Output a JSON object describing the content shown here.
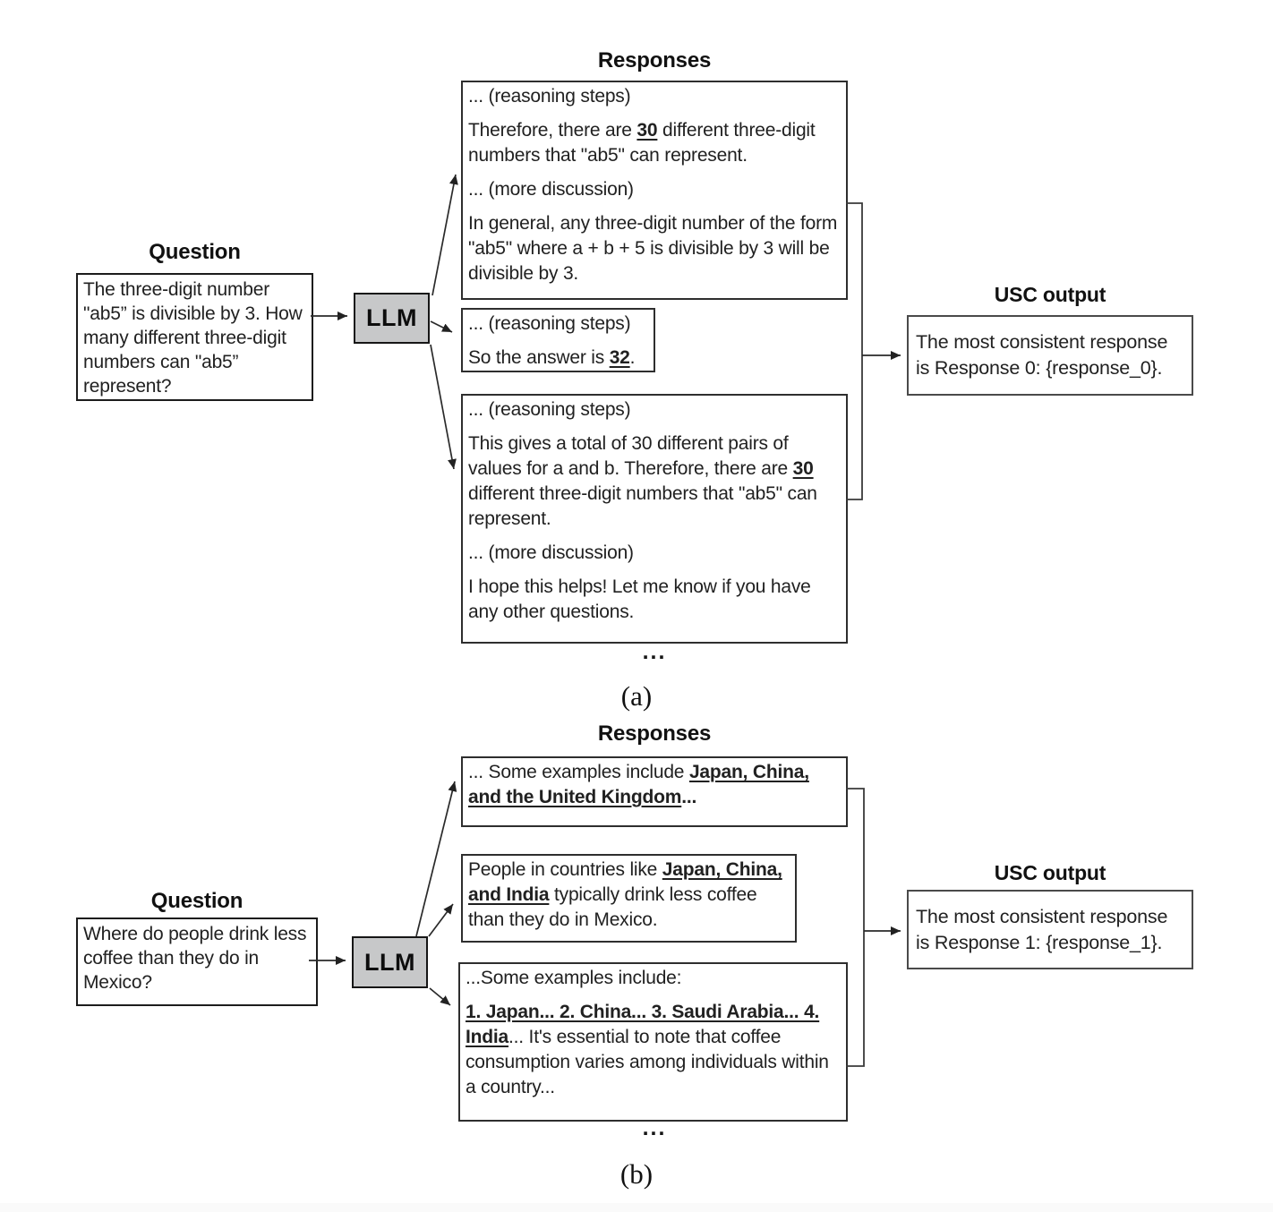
{
  "colors": {
    "llm_fill": "#c7c8c9",
    "box_border": "#2e2e2e",
    "usc_border": "#4a4a4a",
    "text": "#212121",
    "background": "#ffffff"
  },
  "figure_a": {
    "caption": "(a)",
    "question": {
      "label": "Question",
      "text": "The three-digit number \"ab5” is divisible by 3. How many different three-digit numbers can \"ab5” represent?"
    },
    "llm": {
      "label": "LLM"
    },
    "responses": {
      "label": "Responses",
      "ellipsis": "...",
      "items": [
        {
          "paragraphs": [
            [
              {
                "t": "... (reasoning steps)"
              }
            ],
            [
              {
                "t": "Therefore, there are "
              },
              {
                "t": "30",
                "em": true
              },
              {
                "t": " different three-digit numbers that \"ab5\" can represent."
              }
            ],
            [
              {
                "t": "... (more discussion)"
              }
            ],
            [
              {
                "t": "In general, any three-digit number of the form \"ab5\" where a + b + 5 is divisible by 3 will be divisible by 3."
              }
            ]
          ]
        },
        {
          "paragraphs": [
            [
              {
                "t": "... (reasoning steps)"
              }
            ],
            [
              {
                "t": "So the answer is "
              },
              {
                "t": "32",
                "em": true
              },
              {
                "t": "."
              }
            ]
          ]
        },
        {
          "paragraphs": [
            [
              {
                "t": "... (reasoning steps)"
              }
            ],
            [
              {
                "t": "This gives a total of 30 different pairs of values for a and b. Therefore, there are "
              },
              {
                "t": "30",
                "em": true
              },
              {
                "t": " different three-digit numbers that \"ab5\" can represent."
              }
            ],
            [
              {
                "t": "... (more discussion)"
              }
            ],
            [
              {
                "t": "I hope this helps! Let me know if you have any other questions."
              }
            ]
          ]
        }
      ]
    },
    "usc": {
      "label": "USC output",
      "text": "The most consistent response is Response 0: {response_0}."
    }
  },
  "figure_b": {
    "caption": "(b)",
    "question": {
      "label": "Question",
      "text": "Where do people drink less coffee than they do in Mexico?"
    },
    "llm": {
      "label": "LLM"
    },
    "responses": {
      "label": "Responses",
      "ellipsis": "...",
      "items": [
        {
          "paragraphs": [
            [
              {
                "t": "... Some examples include "
              },
              {
                "t": "Japan, China, and the United Kingdom",
                "em": true
              },
              {
                "t": "...",
                "b": true
              }
            ]
          ]
        },
        {
          "paragraphs": [
            [
              {
                "t": "People in countries like "
              },
              {
                "t": "Japan, China, and India",
                "em": true
              },
              {
                "t": " typically drink less coffee than they do in Mexico."
              }
            ]
          ]
        },
        {
          "paragraphs": [
            [
              {
                "t": "...Some examples include:"
              }
            ],
            [
              {
                "t": "1. Japan... 2. China... 3. Saudi Arabia... 4. India",
                "em": true
              },
              {
                "t": "... It's essential to note that coffee consumption varies among individuals within a country..."
              }
            ]
          ]
        }
      ]
    },
    "usc": {
      "label": "USC output",
      "text": "The most consistent response is Response 1: {response_1}."
    }
  }
}
